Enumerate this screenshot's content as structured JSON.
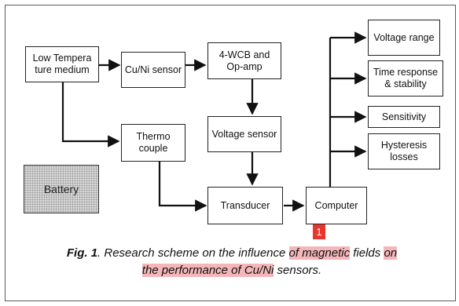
{
  "blocks": {
    "low_temp": "Low Tempera ture medium",
    "cuni_sensor": "Cu/Ni sensor",
    "wcb_opamp": "4-WCB and Op-amp",
    "voltage_sensor": "Voltage sensor",
    "thermo_couple": "Thermo couple",
    "transducer": "Transducer",
    "computer": "Computer",
    "battery": "Battery",
    "voltage_range": "Voltage range",
    "time_response": "Time response & stability",
    "sensitivity": "Sensitivity",
    "hysteresis": "Hysteresis losses"
  },
  "caption": {
    "fig": "Fig. 1",
    "p1": ". Research scheme on the influence ",
    "h1": "of magnetic",
    "p2": " fields ",
    "h2": "on",
    "h3": "the performance of Cu/Ni",
    "p3": " sensors."
  },
  "marker": "1"
}
